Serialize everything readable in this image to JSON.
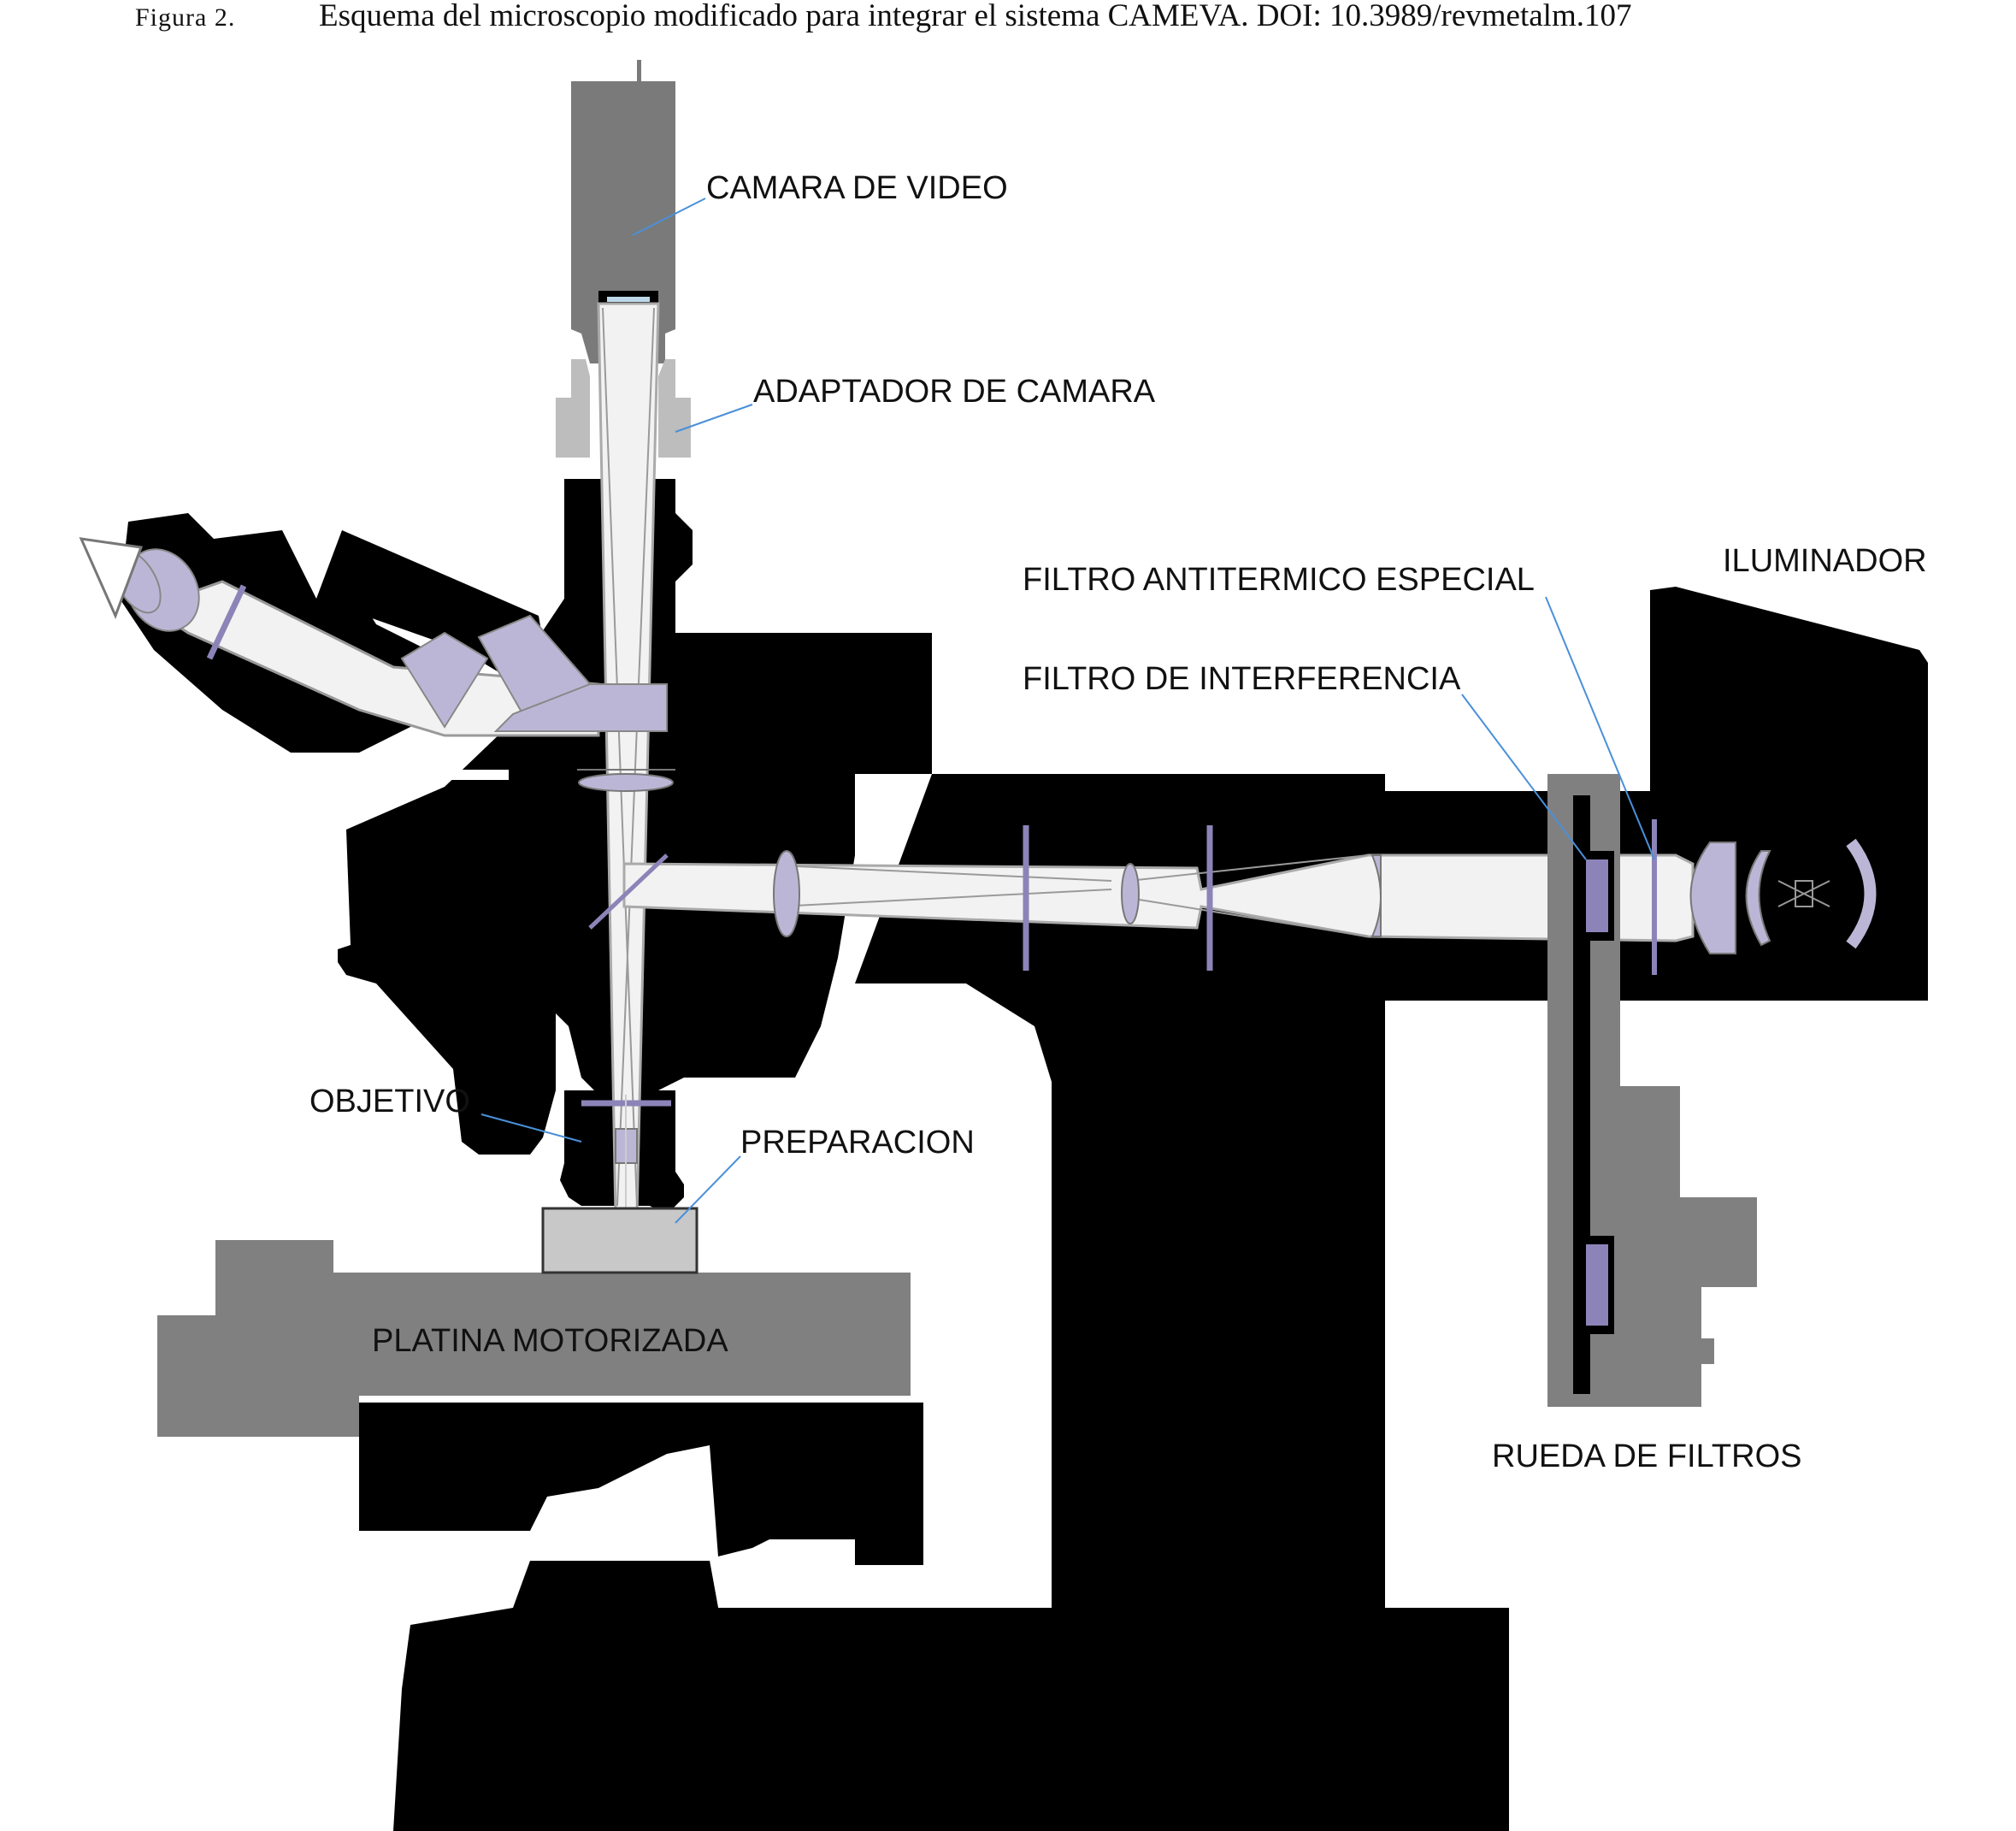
{
  "caption": {
    "label": "Figura 2.",
    "text": "Esquema del microscopio modificado para integrar el sistema CAMEVA. DOI: 10.3989/revmetalm.107"
  },
  "labels": {
    "camara_de_video": "CAMARA DE VIDEO",
    "adaptador_de_camara": "ADAPTADOR DE CAMARA",
    "iluminador": "ILUMINADOR",
    "filtro_antitermico": "FILTRO ANTITERMICO ESPECIAL",
    "filtro_interferencia": "FILTRO DE INTERFERENCIA",
    "objetivo": "OBJETIVO",
    "preparacion": "PREPARACION",
    "platina_motorizada": "PLATINA MOTORIZADA",
    "rueda_de_filtros": "RUEDA DE FILTROS"
  },
  "colors": {
    "body": "#000000",
    "camera": "#7a7a7a",
    "adapter": "#bdbdbd",
    "optics": "#bcb6d6",
    "filter": "#8c84b8",
    "beam": "#f2f2f2",
    "beam_edge": "#aaaaaa",
    "stage": "#808080",
    "sample": "#c8c8c8",
    "leader": "#4a90d9"
  }
}
